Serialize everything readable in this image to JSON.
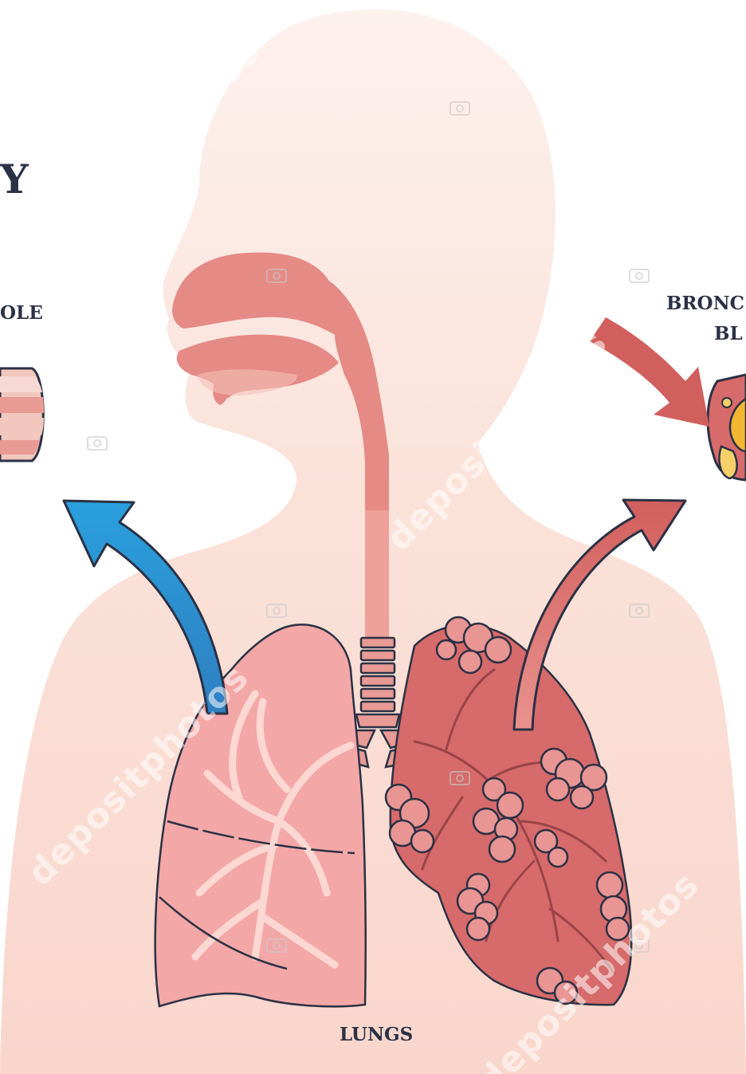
{
  "labels": {
    "partial_title": "Y",
    "left_structure": "OLE",
    "right_structure_line1": "BRONC",
    "right_structure_line2": "BL",
    "lungs": "LUNGS"
  },
  "watermark": {
    "text": "depositphotos"
  },
  "colors": {
    "body_silhouette": "#fbe1d9",
    "airway": "#e2857f",
    "healthy_lung": "#f3a7a6",
    "diseased_lung": "#d76a6a",
    "outline": "#2b3145",
    "arrow_left": "#2aa0dd",
    "arrow_right": "#d15f5d",
    "mucus": "#f2b632"
  }
}
